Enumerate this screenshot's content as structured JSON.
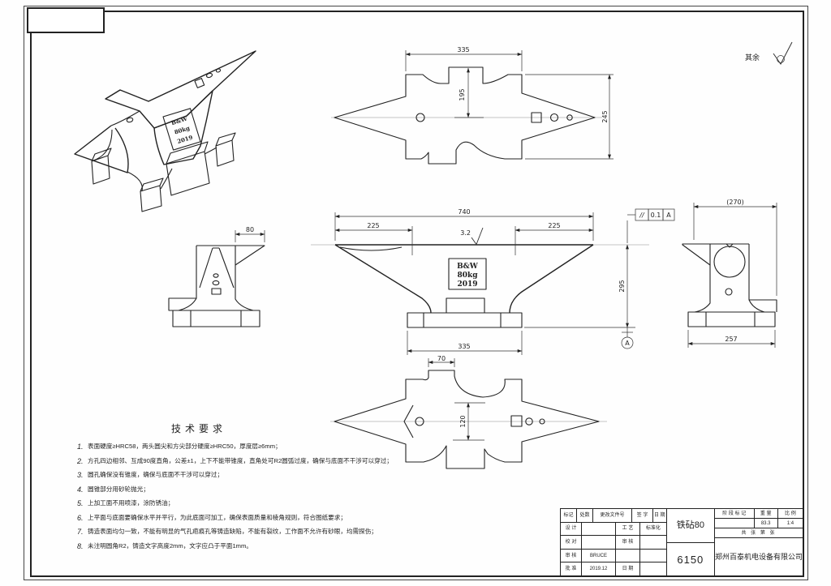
{
  "corner_note": "其余",
  "brand": [
    "B&W",
    "80kg",
    "2019"
  ],
  "top_view": {
    "dim_width": "335",
    "dim_face": "195",
    "dim_depth": "245"
  },
  "front_view": {
    "dim_total": "740",
    "dim_left_horn": "225",
    "dim_right_horn": "225",
    "dim_height": "295",
    "dim_base": "335",
    "roughness": "3.2",
    "datum": "A",
    "tolerance": {
      "symbol": "//",
      "value": "0.1",
      "datum": "A"
    }
  },
  "left_view": {
    "dim": "80"
  },
  "right_view": {
    "dim_top": "(270)",
    "dim_base": "257"
  },
  "bottom_view": {
    "dim_tab": "70",
    "dim_face": "120"
  },
  "tech": {
    "title": "技术要求",
    "items": [
      {
        "n": "1.",
        "t": "表面硬度≥HRC58，两头圆尖和方尖部分硬度≥HRC50，厚度层≥6mm；"
      },
      {
        "n": "2.",
        "t": "方孔四边相邻、互成90度直角，公差±1，上下不能带锥度，直角处可R2圆弧过度，确保与底面不干涉可以穿过；"
      },
      {
        "n": "3.",
        "t": "圆孔确保没有锥度，确保与底面不干涉可以穿过；"
      },
      {
        "n": "4.",
        "t": "圆锥部分用砂轮抛光；"
      },
      {
        "n": "5.",
        "t": "上加工面不用喷漆，涂防锈油；"
      },
      {
        "n": "6.",
        "t": "上平面与底面要确保水平并平行，为此底面可加工，确保表面质量和棱角规则，符合图纸要求；"
      },
      {
        "n": "7.",
        "t": "铸造表面均匀一致，不能有明显的气孔疤痕孔等铸造缺陷，不能有裂纹，工作面不允许有砂眼，均需探伤；"
      },
      {
        "n": "8.",
        "t": "未注明圆角R2，铸造文字高度2mm，文字应凸于平面1mm。"
      }
    ]
  },
  "titleblock": {
    "rev_headers": [
      "标记",
      "处数",
      "更改文件号",
      "签 字",
      "日 期"
    ],
    "rows": [
      [
        "设 计",
        "",
        "工 艺",
        "标准化"
      ],
      [
        "校 对",
        "",
        "审 核",
        ""
      ],
      [
        "审 核",
        "BRUCE",
        "",
        ""
      ],
      [
        "批 准",
        "2019.12",
        "日 期",
        ""
      ]
    ],
    "part_name": "铁砧80",
    "part_code": "6150",
    "stage_label": "阶 段 标 记",
    "weight_label": "重 量",
    "scale_label": "比 例",
    "weight": "83.3",
    "scale": "1:4",
    "sheet_label": "共  张  第  张",
    "company": "郑州百泰机电设备有限公司"
  }
}
